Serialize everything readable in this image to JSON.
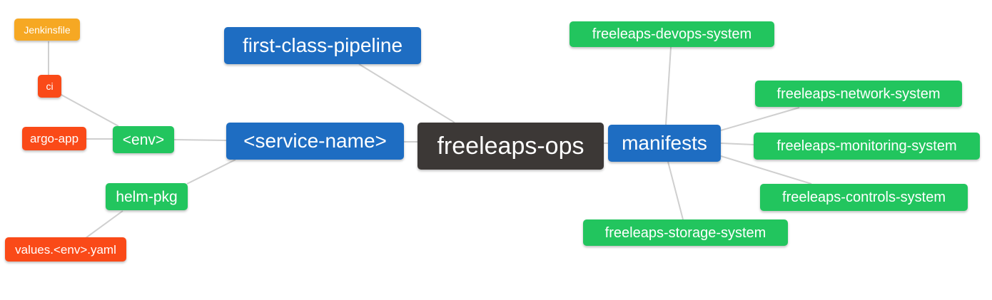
{
  "palette": {
    "blue": "#1e6dc2",
    "green": "#22c55e",
    "red": "#fa4a18",
    "orange": "#f6a823",
    "dark": "#3c3836",
    "edge": "#cfcfcf",
    "text": "#ffffff",
    "background": "#ffffff"
  },
  "nodes": [
    {
      "id": "jenkinsfile",
      "label": "Jenkinsfile",
      "color": "orange"
    },
    {
      "id": "ci",
      "label": "ci",
      "color": "red"
    },
    {
      "id": "argo-app",
      "label": "argo-app",
      "color": "red"
    },
    {
      "id": "env",
      "label": "<env>",
      "color": "green"
    },
    {
      "id": "helm-pkg",
      "label": "helm-pkg",
      "color": "green"
    },
    {
      "id": "values-env-yaml",
      "label": "values.<env>.yaml",
      "color": "red"
    },
    {
      "id": "first-class-pipeline",
      "label": "first-class-pipeline",
      "color": "blue"
    },
    {
      "id": "service-name",
      "label": "<service-name>",
      "color": "blue"
    },
    {
      "id": "freeleaps-ops",
      "label": "freeleaps-ops",
      "color": "dark"
    },
    {
      "id": "manifests",
      "label": "manifests",
      "color": "blue"
    },
    {
      "id": "freeleaps-devops-system",
      "label": "freeleaps-devops-system",
      "color": "green"
    },
    {
      "id": "freeleaps-network-system",
      "label": "freeleaps-network-system",
      "color": "green"
    },
    {
      "id": "freeleaps-monitoring-system",
      "label": "freeleaps-monitoring-system",
      "color": "green"
    },
    {
      "id": "freeleaps-controls-system",
      "label": "freeleaps-controls-system",
      "color": "green"
    },
    {
      "id": "freeleaps-storage-system",
      "label": "freeleaps-storage-system",
      "color": "green"
    }
  ],
  "edges": [
    {
      "from": "jenkinsfile",
      "to": "ci"
    },
    {
      "from": "ci",
      "to": "env"
    },
    {
      "from": "argo-app",
      "to": "env"
    },
    {
      "from": "env",
      "to": "service-name"
    },
    {
      "from": "helm-pkg",
      "to": "service-name"
    },
    {
      "from": "values-env-yaml",
      "to": "helm-pkg"
    },
    {
      "from": "first-class-pipeline",
      "to": "freeleaps-ops"
    },
    {
      "from": "service-name",
      "to": "freeleaps-ops"
    },
    {
      "from": "freeleaps-ops",
      "to": "manifests"
    },
    {
      "from": "manifests",
      "to": "freeleaps-devops-system"
    },
    {
      "from": "manifests",
      "to": "freeleaps-network-system"
    },
    {
      "from": "manifests",
      "to": "freeleaps-monitoring-system"
    },
    {
      "from": "manifests",
      "to": "freeleaps-controls-system"
    },
    {
      "from": "manifests",
      "to": "freeleaps-storage-system"
    }
  ]
}
